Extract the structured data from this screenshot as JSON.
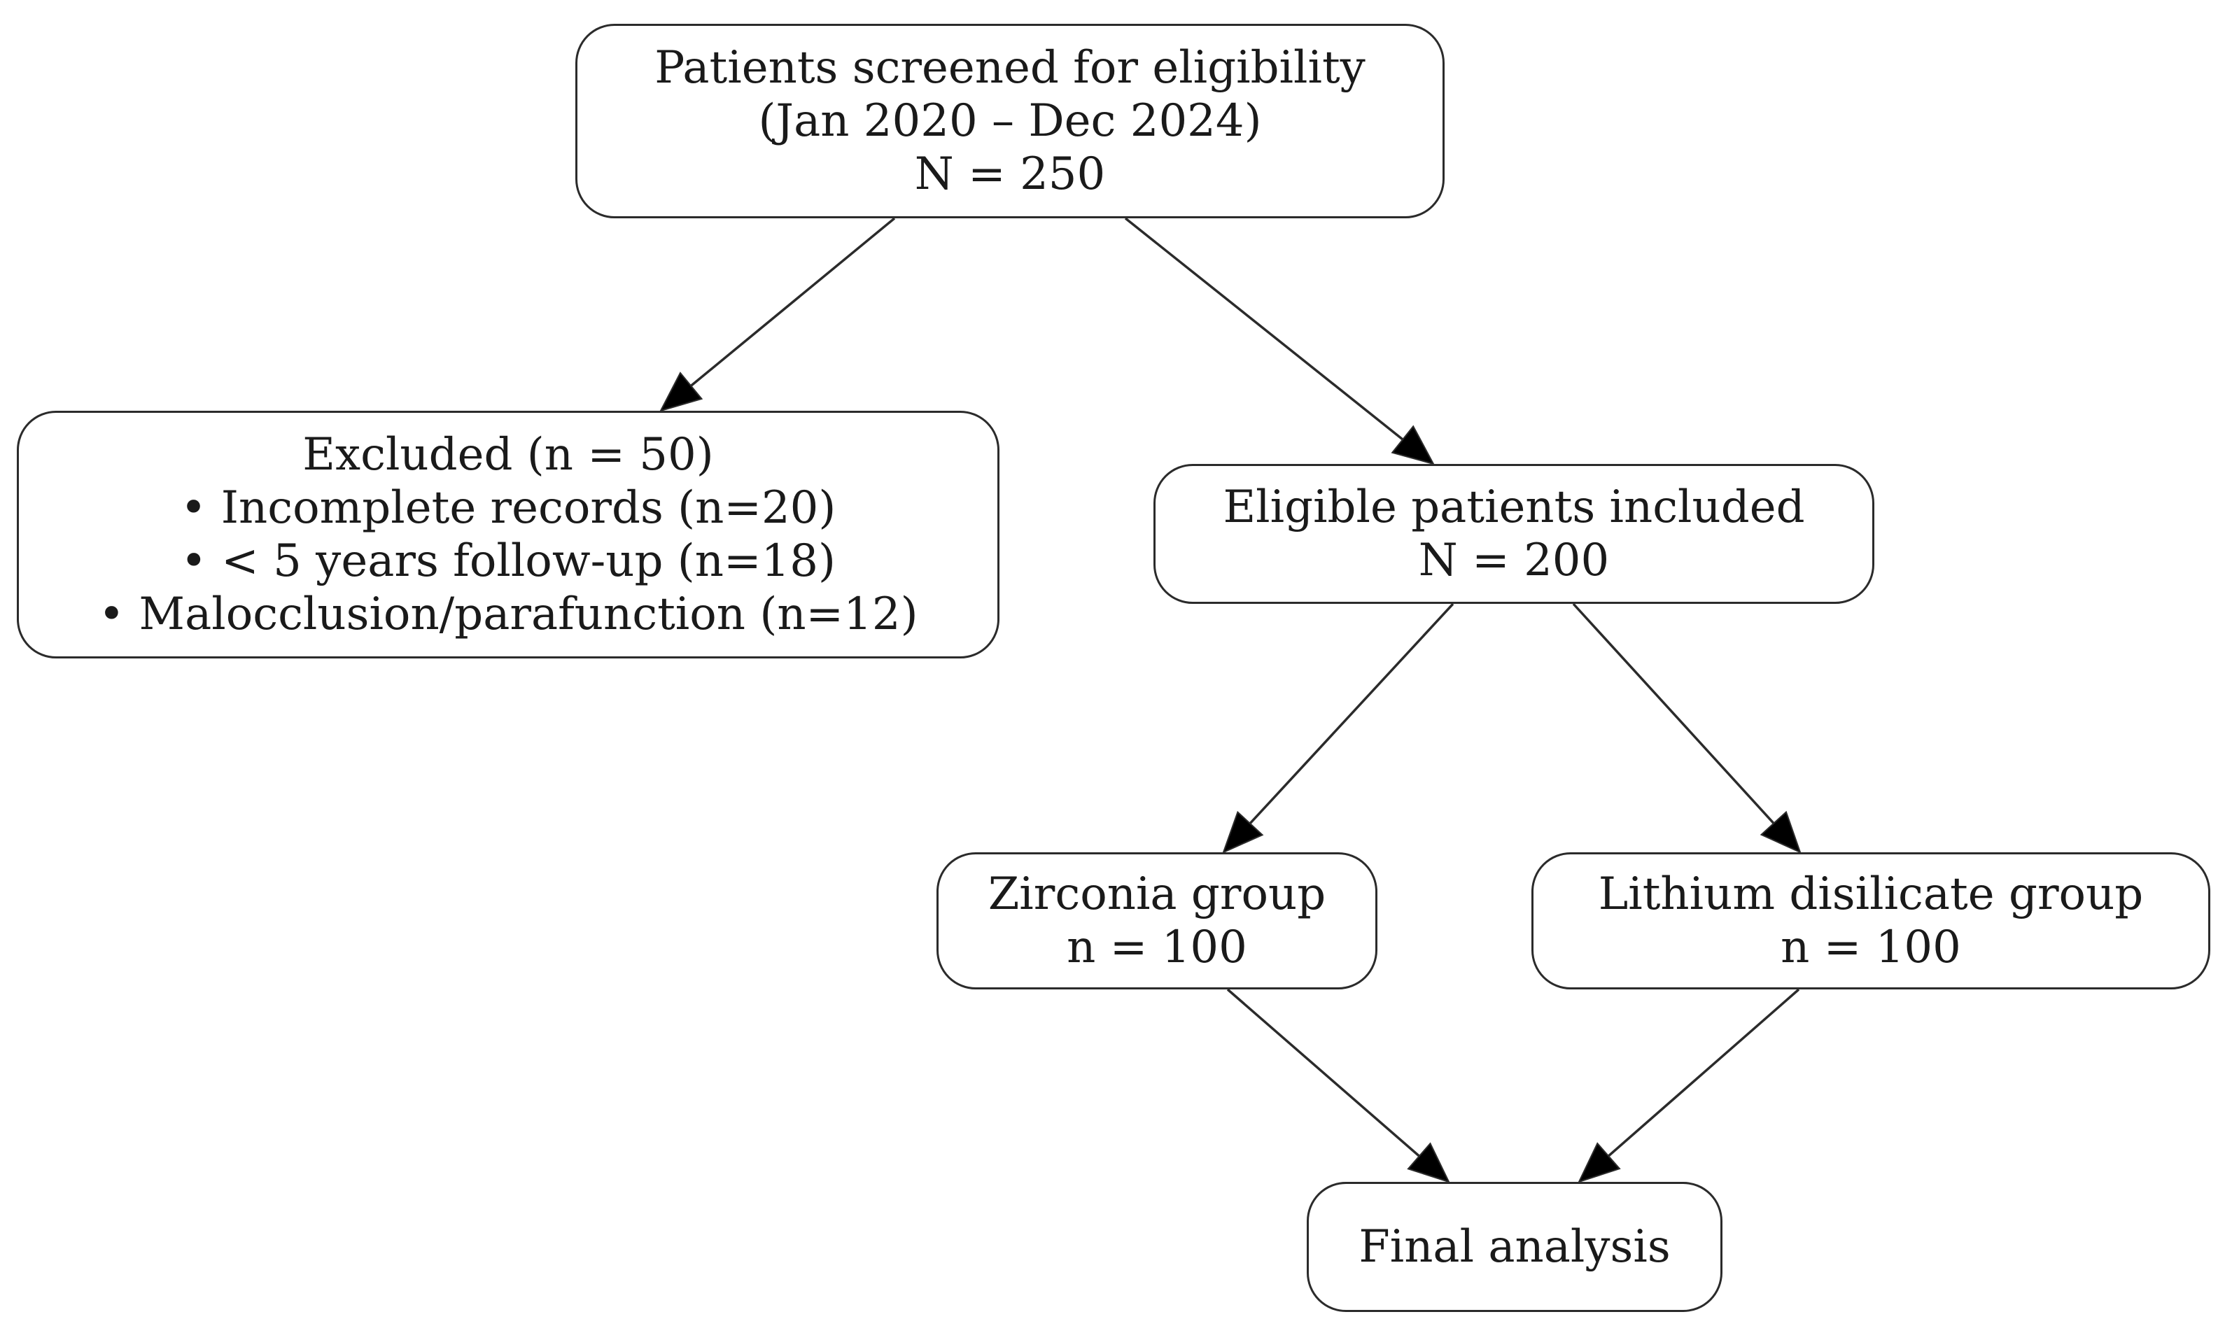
{
  "diagram": {
    "nodes": {
      "screened": {
        "lines": [
          "Patients screened for eligibility",
          "(Jan 2020 – Dec 2024)",
          "N = 250"
        ]
      },
      "excluded": {
        "lines": [
          "Excluded (n = 50)",
          "• Incomplete records (n=20)",
          "• < 5 years follow-up (n=18)",
          "• Malocclusion/parafunction (n=12)"
        ]
      },
      "eligible": {
        "lines": [
          "Eligible patients included",
          "N = 200"
        ]
      },
      "zirconia": {
        "lines": [
          "Zirconia group",
          "n = 100"
        ]
      },
      "lithium": {
        "lines": [
          "Lithium disilicate group",
          "n = 100"
        ]
      },
      "final": {
        "lines": [
          "Final analysis"
        ]
      }
    },
    "edges": [
      {
        "from": "screened",
        "to": "excluded"
      },
      {
        "from": "screened",
        "to": "eligible"
      },
      {
        "from": "eligible",
        "to": "zirconia"
      },
      {
        "from": "eligible",
        "to": "lithium"
      },
      {
        "from": "zirconia",
        "to": "final"
      },
      {
        "from": "lithium",
        "to": "final"
      }
    ],
    "colors": {
      "stroke": "#2b2b2b",
      "text": "#1a1a1a",
      "background": "#ffffff"
    }
  }
}
